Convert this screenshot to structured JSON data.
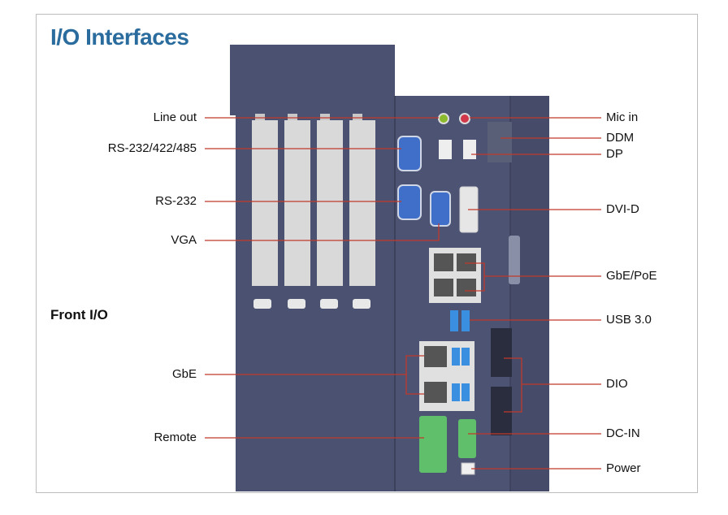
{
  "title": "I/O Interfaces",
  "section_label": "Front I/O",
  "labels_left": {
    "line_out": "Line out",
    "rs232_422_485": "RS-232/422/485",
    "rs232": "RS-232",
    "vga": "VGA",
    "gbe": "GbE",
    "remote": "Remote"
  },
  "labels_right": {
    "mic_in": "Mic in",
    "ddm": "DDM",
    "dp": "DP",
    "dvi_d": "DVI-D",
    "gbe_poe": "GbE/PoE",
    "usb30": "USB 3.0",
    "dio": "DIO",
    "dc_in": "DC-IN",
    "power": "Power"
  },
  "colors": {
    "title": "#2b6c9e",
    "chassis": "#4b5170",
    "chassis_dark": "#3b405b",
    "leader_line": "#c0392b",
    "slot_cover": "#d9d9d9",
    "terminal_green": "#5fbf6a",
    "serial_blue": "#3f6fc8"
  }
}
